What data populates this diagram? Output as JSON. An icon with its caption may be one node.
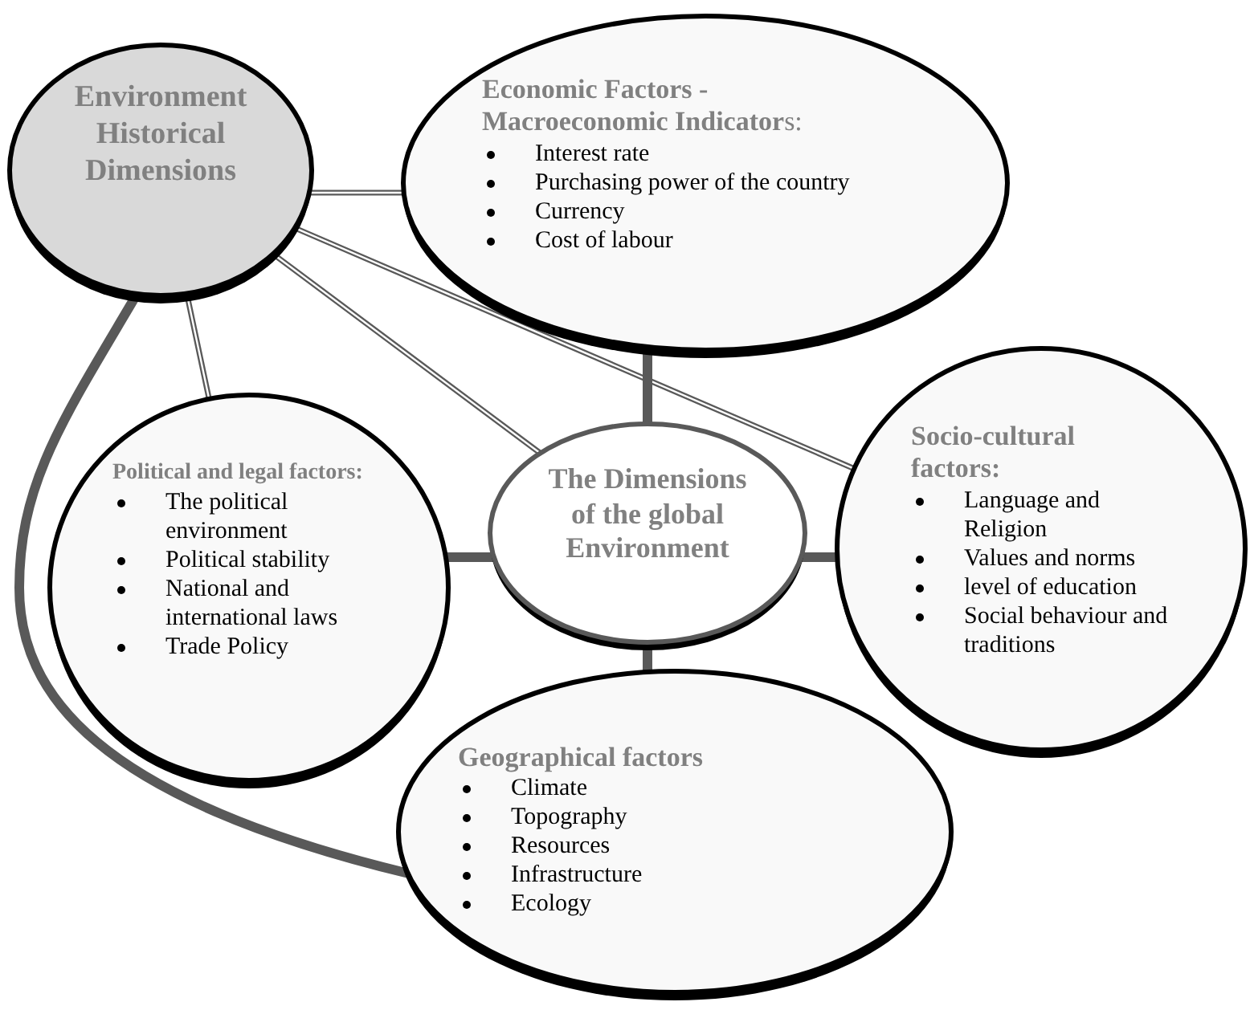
{
  "diagram": {
    "nodes": [
      {
        "text": [
          "Environment Historical Dimensions"
        ]
      },
      {
        "text": [
          "**Economic Factors - Macroeconomic Indicator**s:",
          "Interest rate",
          "Purchasing power of the country",
          "Currency",
          "Cost of labour"
        ]
      },
      {
        "text": [
          "Political and legal factors:",
          "The political environment",
          "Political stability",
          "National and international laws",
          "Trade Policy"
        ]
      },
      {
        "text": [
          "The Dimensions of the global Environment"
        ]
      },
      {
        "text": [
          "Socio-cultural factors:",
          "Language and Religion",
          "Values and norms",
          "level of education",
          "Social behaviour and traditions"
        ]
      },
      {
        "text": [
          "Geographical factors",
          "Climate",
          "Topography",
          "Resources",
          "Infrastructure",
          "Ecology"
        ]
      }
    ],
    "edges": [
      {
        "from": 0,
        "to": 1,
        "arrow": "none"
      },
      {
        "from": 0,
        "to": 2,
        "arrow": "none"
      },
      {
        "from": 0,
        "to": 3,
        "arrow": "none"
      },
      {
        "from": 0,
        "to": 4,
        "arrow": "none"
      },
      {
        "from": 0,
        "to": 5,
        "arrow": "none"
      },
      {
        "from": 1,
        "to": 3,
        "arrow": "none"
      },
      {
        "from": 2,
        "to": 3,
        "arrow": "none"
      },
      {
        "from": 3,
        "to": 4,
        "arrow": "none"
      },
      {
        "from": 3,
        "to": 5,
        "arrow": "none"
      }
    ]
  }
}
